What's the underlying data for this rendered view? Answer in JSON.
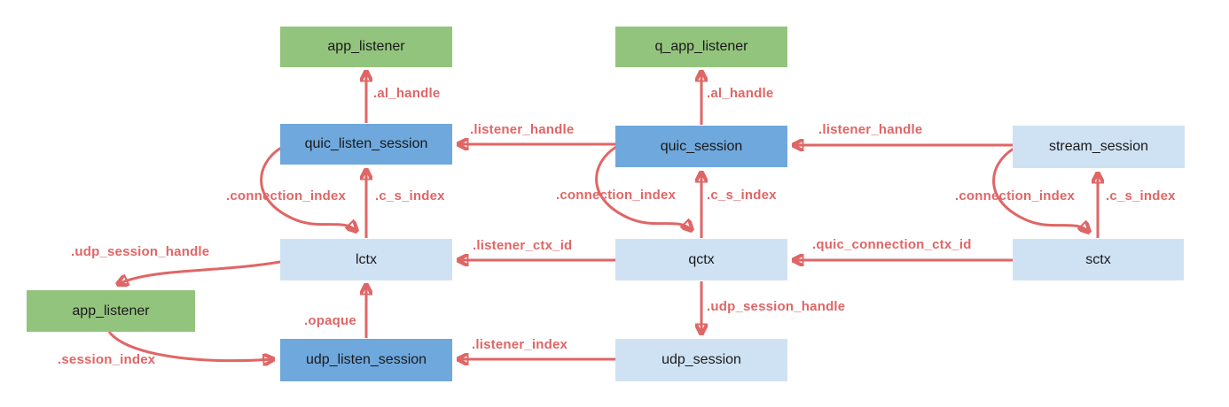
{
  "colors": {
    "node_green": "#93c47d",
    "node_blue": "#6fa8dc",
    "node_light_blue": "#cfe2f3",
    "arrow": "#e06666",
    "node_text": "#1a1a1a",
    "background": "#ffffff"
  },
  "nodes": {
    "app_listener_top": {
      "label": "app_listener"
    },
    "q_app_listener": {
      "label": "q_app_listener"
    },
    "quic_listen_session": {
      "label": "quic_listen_session"
    },
    "quic_session": {
      "label": "quic_session"
    },
    "stream_session": {
      "label": "stream_session"
    },
    "lctx": {
      "label": "lctx"
    },
    "qctx": {
      "label": "qctx"
    },
    "sctx": {
      "label": "sctx"
    },
    "app_listener_left": {
      "label": "app_listener"
    },
    "udp_listen_session": {
      "label": "udp_listen_session"
    },
    "udp_session": {
      "label": "udp_session"
    }
  },
  "edges": {
    "al_handle_left": {
      "label": ".al_handle",
      "from": "quic_listen_session",
      "to": "app_listener_top"
    },
    "al_handle_right": {
      "label": ".al_handle",
      "from": "quic_session",
      "to": "q_app_listener"
    },
    "listener_handle_left": {
      "label": ".listener_handle",
      "from": "quic_session",
      "to": "quic_listen_session"
    },
    "listener_handle_right": {
      "label": ".listener_handle",
      "from": "stream_session",
      "to": "quic_session"
    },
    "connection_index_left": {
      "label": ".connection_index",
      "from": "quic_listen_session",
      "to": "lctx"
    },
    "c_s_index_left": {
      "label": ".c_s_index",
      "from": "lctx",
      "to": "quic_listen_session"
    },
    "connection_index_mid": {
      "label": ".connection_index",
      "from": "quic_session",
      "to": "qctx"
    },
    "c_s_index_mid": {
      "label": ".c_s_index",
      "from": "qctx",
      "to": "quic_session"
    },
    "connection_index_right": {
      "label": ".connection_index",
      "from": "stream_session",
      "to": "sctx"
    },
    "c_s_index_right": {
      "label": ".c_s_index",
      "from": "sctx",
      "to": "stream_session"
    },
    "listener_ctx_id": {
      "label": ".listener_ctx_id",
      "from": "qctx",
      "to": "lctx"
    },
    "quic_connection_ctx_id": {
      "label": ".quic_connection_ctx_id",
      "from": "sctx",
      "to": "qctx"
    },
    "udp_session_handle_left": {
      "label": ".udp_session_handle",
      "from": "lctx",
      "to": "app_listener_left"
    },
    "opaque": {
      "label": ".opaque",
      "from": "udp_listen_session",
      "to": "lctx"
    },
    "udp_session_handle_right": {
      "label": ".udp_session_handle",
      "from": "qctx",
      "to": "udp_session"
    },
    "session_index": {
      "label": ".session_index",
      "from": "app_listener_left",
      "to": "udp_listen_session"
    },
    "listener_index": {
      "label": ".listener_index",
      "from": "udp_session",
      "to": "udp_listen_session"
    }
  }
}
